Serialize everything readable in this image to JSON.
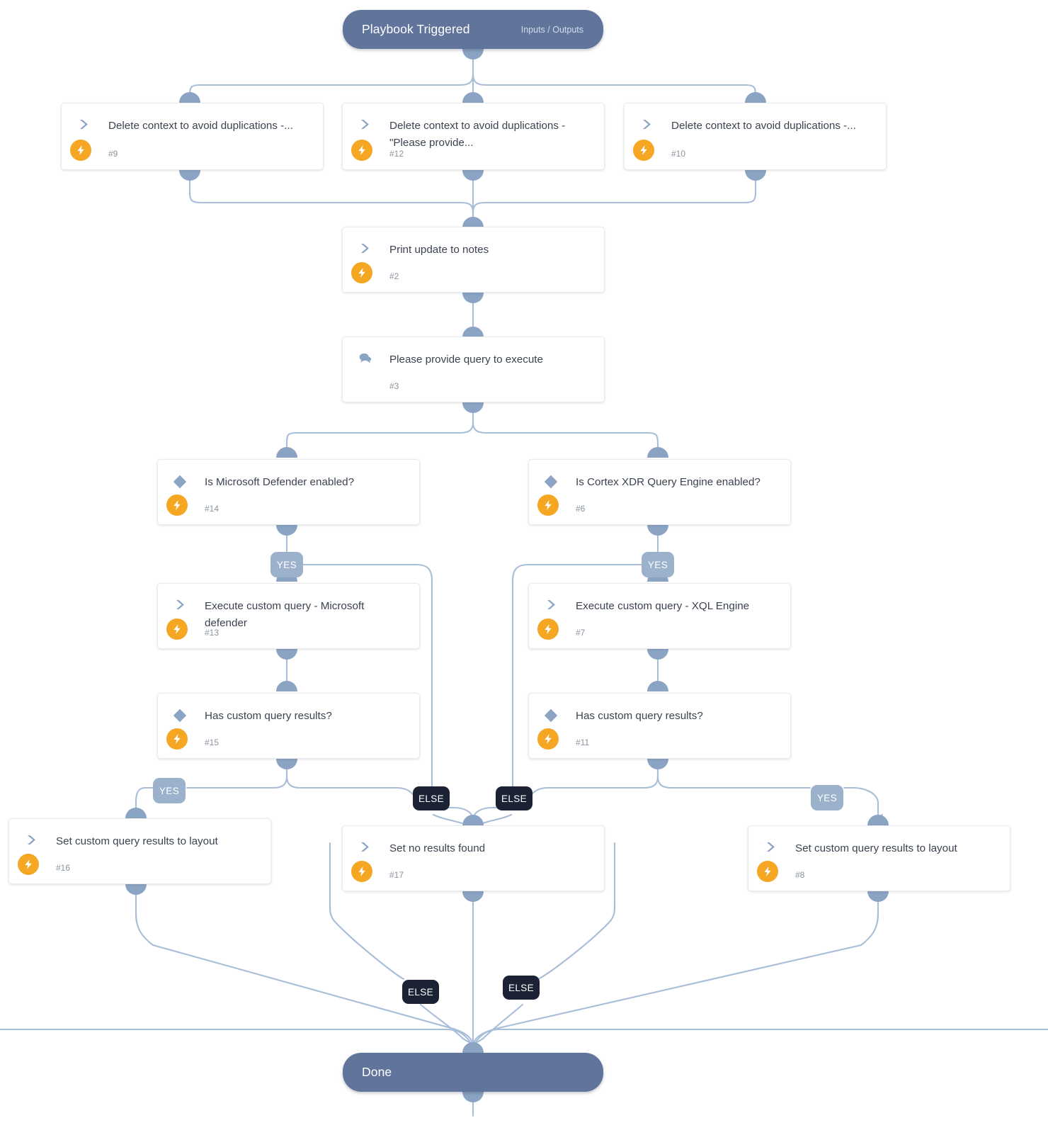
{
  "diagram": {
    "kind": "playbook-workflow",
    "colors": {
      "terminal": "#60749c",
      "port": "#8ba4c4",
      "wire": "#a8bed8",
      "bolt": "#f5a623",
      "yes_badge": "#9bb1cc",
      "else_badge": "#1b2233",
      "card_text": "#3b4350",
      "card_id_text": "#8a939f",
      "canvas": "#ffffff"
    }
  },
  "start": {
    "title": "Playbook Triggered",
    "subtitle": "Inputs / Outputs"
  },
  "end": {
    "title": "Done"
  },
  "nodes": [
    {
      "key": "n9",
      "title": "Delete context to avoid duplications -...",
      "id": "#9",
      "icon": "chevron-icon",
      "bolt": true
    },
    {
      "key": "n12",
      "title": "Delete context to avoid duplications - \"Please provide...",
      "id": "#12",
      "icon": "chevron-icon",
      "bolt": true
    },
    {
      "key": "n10",
      "title": "Delete context to avoid duplications -...",
      "id": "#10",
      "icon": "chevron-icon",
      "bolt": true
    },
    {
      "key": "n2",
      "title": "Print update to notes",
      "id": "#2",
      "icon": "chevron-icon",
      "bolt": true
    },
    {
      "key": "n3",
      "title": "Please provide query to execute",
      "id": "#3",
      "icon": "chat-icon",
      "bolt": false
    },
    {
      "key": "n14",
      "title": "Is Microsoft Defender enabled?",
      "id": "#14",
      "icon": "diamond-icon",
      "bolt": true
    },
    {
      "key": "n6",
      "title": "Is Cortex XDR Query Engine enabled?",
      "id": "#6",
      "icon": "diamond-icon",
      "bolt": true
    },
    {
      "key": "n13",
      "title": "Execute custom query - Microsoft defender",
      "id": "#13",
      "icon": "chevron-icon",
      "bolt": true
    },
    {
      "key": "n7",
      "title": "Execute custom query - XQL Engine",
      "id": "#7",
      "icon": "chevron-icon",
      "bolt": true
    },
    {
      "key": "n15",
      "title": "Has custom query results?",
      "id": "#15",
      "icon": "diamond-icon",
      "bolt": true
    },
    {
      "key": "n11",
      "title": "Has custom query results?",
      "id": "#11",
      "icon": "diamond-icon",
      "bolt": true
    },
    {
      "key": "n16",
      "title": "Set custom query results to layout",
      "id": "#16",
      "icon": "chevron-icon",
      "bolt": true
    },
    {
      "key": "n17",
      "title": "Set no results found",
      "id": "#17",
      "icon": "chevron-icon",
      "bolt": true
    },
    {
      "key": "n8",
      "title": "Set custom query results to layout",
      "id": "#8",
      "icon": "chevron-icon",
      "bolt": true
    }
  ],
  "branch_labels": [
    {
      "key": "yes_14",
      "text": "YES"
    },
    {
      "key": "yes_6",
      "text": "YES"
    },
    {
      "key": "yes_15",
      "text": "YES"
    },
    {
      "key": "yes_11",
      "text": "YES"
    },
    {
      "key": "else_14",
      "text": "ELSE"
    },
    {
      "key": "else_6",
      "text": "ELSE"
    },
    {
      "key": "else_15",
      "text": "ELSE"
    },
    {
      "key": "else_11",
      "text": "ELSE"
    }
  ]
}
